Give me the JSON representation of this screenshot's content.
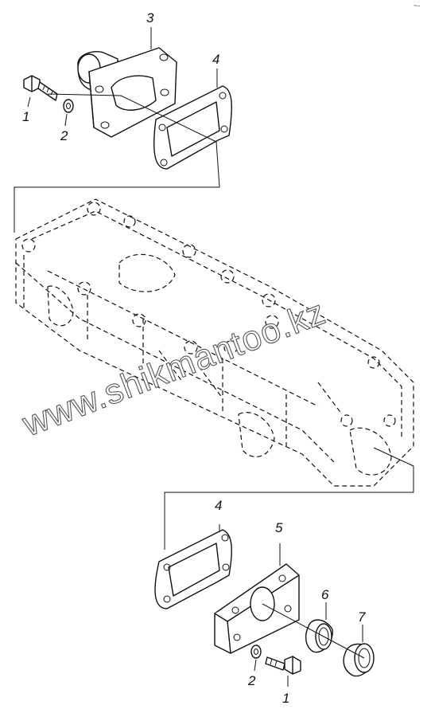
{
  "corner_mark": "~-",
  "watermark": "www.shikmantoo.kz",
  "callouts": {
    "top_bolt": "1",
    "top_washer": "2",
    "flange_pipe": "3",
    "top_gasket": "4",
    "bottom_gasket": "4",
    "cover_plate": "5",
    "bush": "6",
    "seal": "7",
    "bottom_washer": "2",
    "bottom_bolt": "1"
  },
  "colors": {
    "line": "#111111",
    "background": "#ffffff",
    "watermark_outline": "#555555"
  }
}
